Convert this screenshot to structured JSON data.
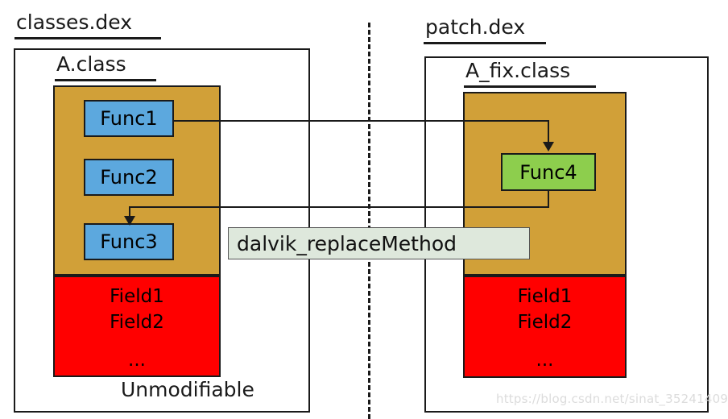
{
  "diagram": {
    "title_left": "classes.dex",
    "title_right": "patch.dex",
    "left_panel": {
      "dex_label": "classes.dex",
      "class_label": "A.class",
      "methods": [
        {
          "name": "Func1"
        },
        {
          "name": "Func2"
        },
        {
          "name": "Func3"
        }
      ],
      "fields": {
        "items": [
          "Field1",
          "Field2"
        ],
        "ellipsis": "..."
      },
      "note": "Unmodifiable"
    },
    "right_panel": {
      "dex_label": "patch.dex",
      "class_label": "A_fix.class",
      "methods": [
        {
          "name": "Func4"
        }
      ],
      "fields": {
        "items": [
          "Field1",
          "Field2"
        ],
        "ellipsis": "..."
      }
    },
    "api_call": "dalvik_replaceMethod",
    "watermark": "https://blog.csdn.net/sinat_35241409",
    "colors": {
      "methods_block": "#D1A038",
      "fields_block": "#FF0000",
      "func_existing": "#5CA8DE",
      "func_patch": "#8DCE4D",
      "api_chip": "#DEE8DC",
      "stroke": "#1a1a1a"
    }
  }
}
